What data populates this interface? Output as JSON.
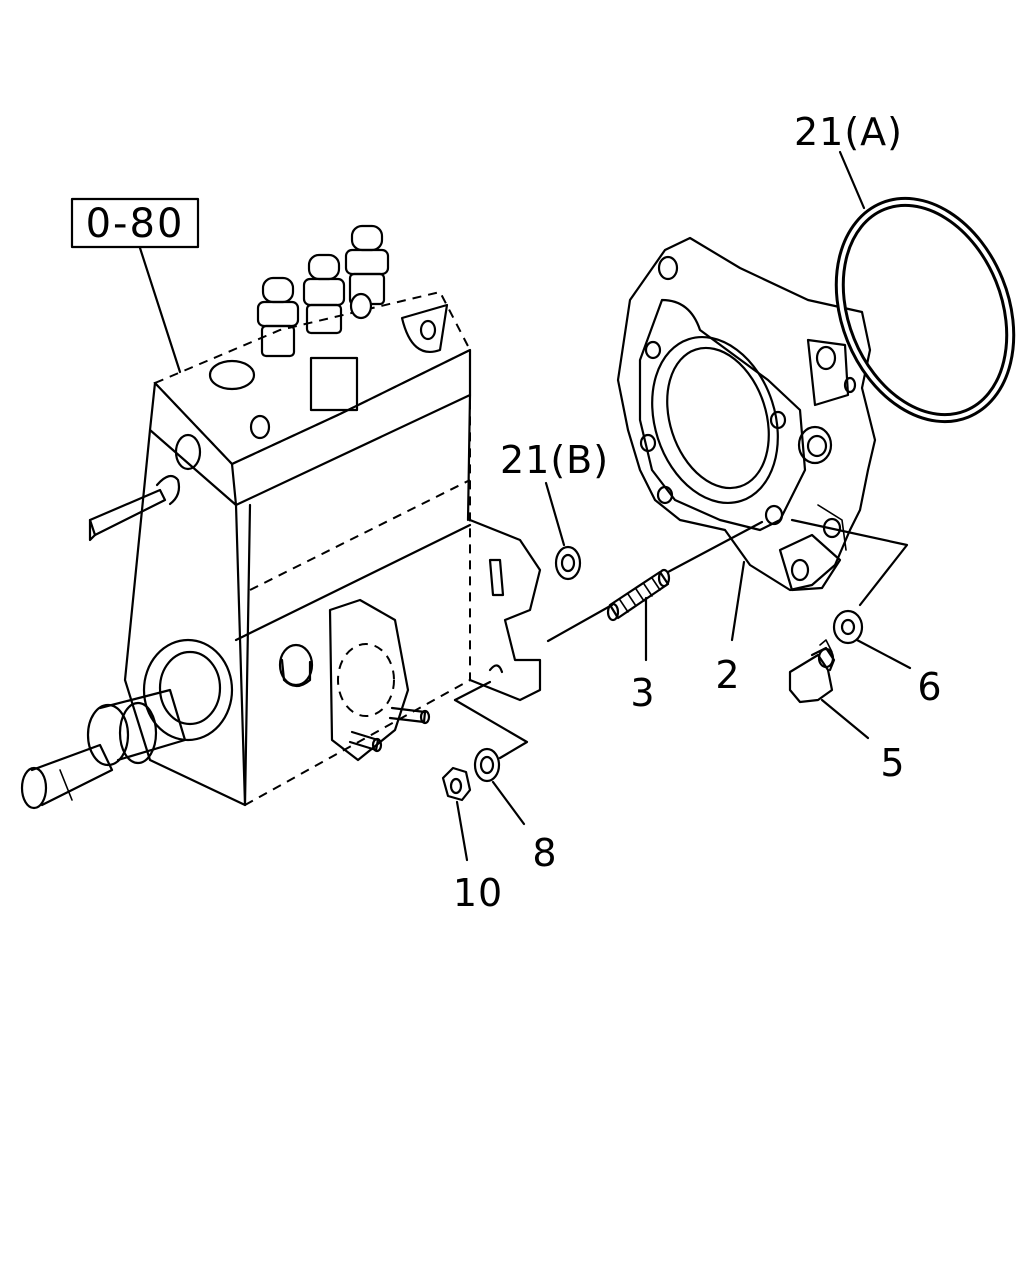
{
  "diagram": {
    "reference_box": "0-80",
    "callouts": {
      "oring_a": "21(A)",
      "oring_b": "21(B)",
      "housing": "2",
      "stud": "3",
      "bolt": "5",
      "washer_6": "6",
      "washer_8": "8",
      "nut": "10"
    }
  }
}
